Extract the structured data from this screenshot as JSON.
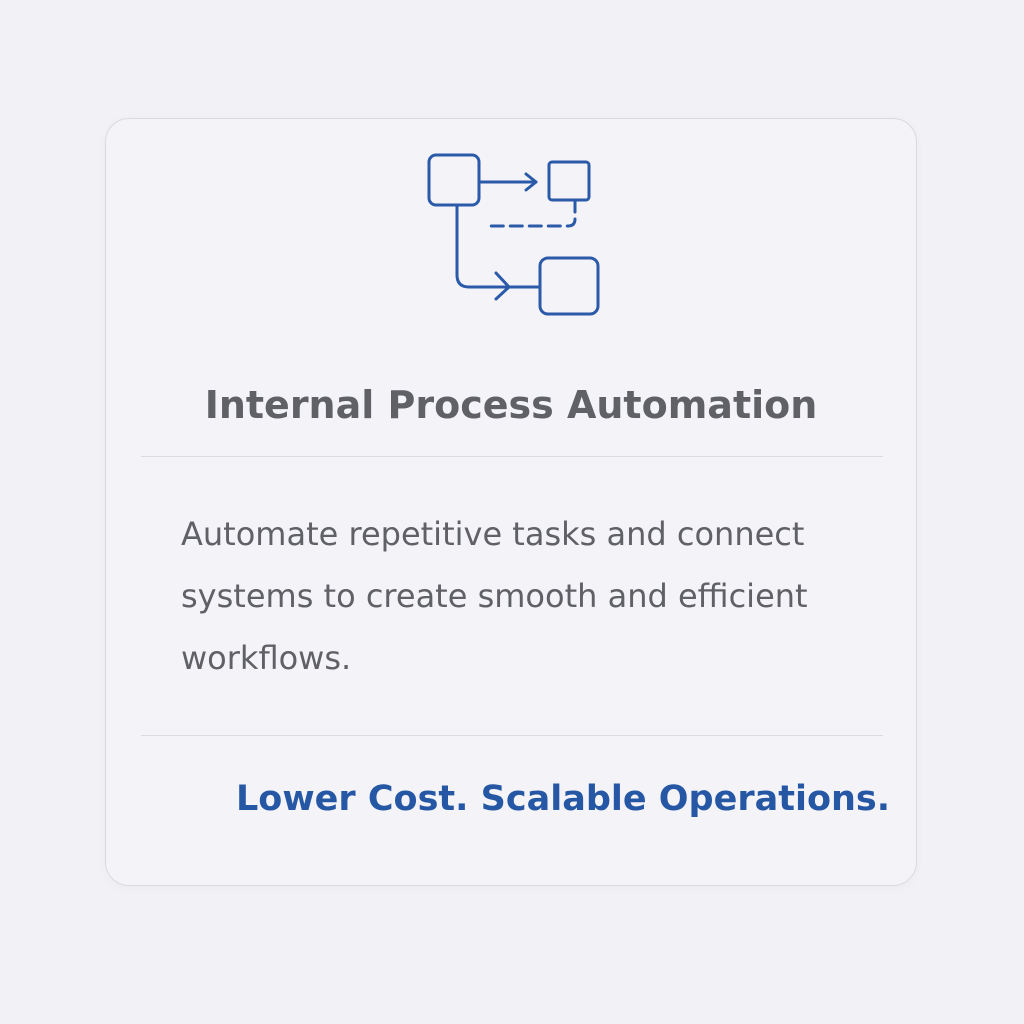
{
  "card": {
    "icon": "workflow-diagram-icon",
    "title": "Internal Process Automation",
    "description": "Automate repetitive tasks and connect systems to create smooth and efficient workflows.",
    "tagline": "Lower Cost. Scalable Operations."
  },
  "colors": {
    "accent": "#2557a5",
    "title_text": "#5f6166",
    "body_text": "#606166",
    "background": "#f2f2f6",
    "card_border": "#d9dae0"
  }
}
